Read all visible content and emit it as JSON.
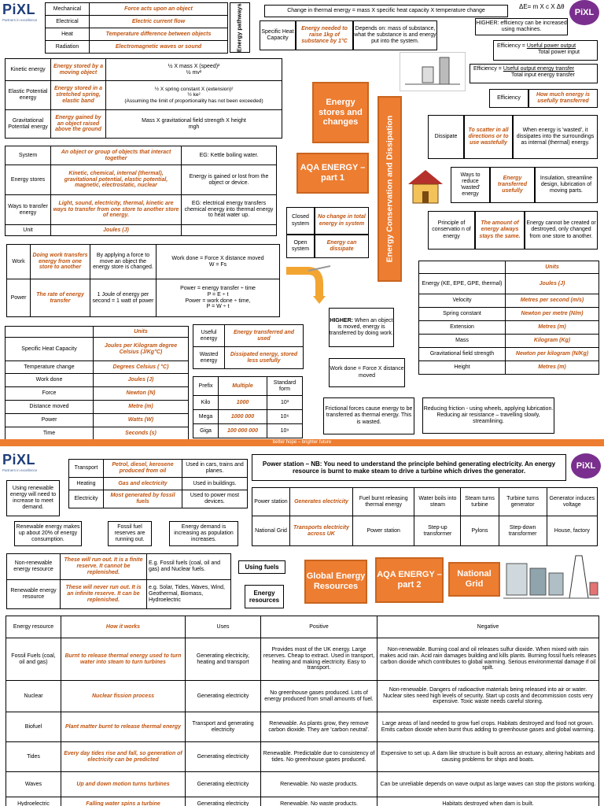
{
  "part1": {
    "title": "AQA ENERGY – part 1",
    "stores_box": "Energy stores and changes",
    "conservation_banner": "Energy Conservation and Dissipation",
    "pathways_label": "Energy pathways",
    "pathways": [
      {
        "name": "Mechanical",
        "desc": "Force acts upon an object"
      },
      {
        "name": "Electrical",
        "desc": "Electric current flow"
      },
      {
        "name": "Heat",
        "desc": "Temperature difference between objects"
      },
      {
        "name": "Radiation",
        "desc": "Electromagnetic waves or sound"
      }
    ],
    "stores": [
      {
        "name": "Kinetic energy",
        "desc": "Energy stored by a moving object",
        "formula": "½ X mass X (speed)²\n½ mv²"
      },
      {
        "name": "Elastic Potential energy",
        "desc": "Energy stored in a stretched spring, elastic band",
        "formula": "½ X spring constant X (extension)²\n½ ke²\n(Assuming the limit of proportionality has not been exceeded)"
      },
      {
        "name": "Gravitational Potential energy",
        "desc": "Energy gained by an object raised above the ground",
        "formula": "Mass X gravitational field strength X height\nmgh"
      }
    ],
    "definitions": [
      {
        "name": "System",
        "desc": "An object or group of objects that interact together",
        "note": "EG: Kettle boiling water."
      },
      {
        "name": "Energy stores",
        "desc": "Kinetic, chemical, internal (thermal), gravitational potential, elastic potential, magnetic, electrostatic, nuclear",
        "note": "Energy is gained or lost from the object or device."
      },
      {
        "name": "Ways to transfer energy",
        "desc": "Light, sound, electricity, thermal, kinetic are ways to transfer from one store to another store of energy.",
        "note": "EG: electrical energy transfers chemical energy into thermal energy to heat water up."
      },
      {
        "name": "Unit",
        "desc": "Joules (J)",
        "note": ""
      }
    ],
    "work": {
      "name": "Work",
      "desc": "Doing work transfers energy from one store to another",
      "explain": "By applying a force to move an object the energy store is changed.",
      "formula": "Work done = Force X distance moved\nW = Fs"
    },
    "power": {
      "name": "Power",
      "desc": "The rate of energy transfer",
      "explain": "1 Joule of energy per second = 1 watt of power",
      "formula": "Power = energy transfer ÷ time\nP = E ÷ t\nPower = work done ÷ time,\nP = W ÷ t"
    },
    "shc_formula": "Change in thermal energy = mass X specific heat capacity X temperature change",
    "shc_short": "ΔE= m X c X Δθ",
    "shc": {
      "name": "Specific Heat Capacity",
      "desc": "Energy needed to raise 1kg of substance by 1°C",
      "depends": "Depends on: mass of substance, what the substance is and energy put into the system."
    },
    "higher_eff": "HIGHER: efficiency can be increased using machines.",
    "eff1": {
      "label": "Efficiency =",
      "num": "Useful power output",
      "den": "Total power input"
    },
    "eff2": {
      "label": "Efficiency =",
      "num": "Useful output energy transfer",
      "den": "Total input energy transfer"
    },
    "efficiency": {
      "name": "Efficiency",
      "desc": "How much energy is usefully transferred"
    },
    "dissipate": {
      "name": "Dissipate",
      "desc": "To scatter in all directions or to use wastefully",
      "note": "When energy is 'wasted', it dissipates into the surroundings as internal (thermal) energy."
    },
    "reduce": {
      "name": "Ways to reduce 'wasted' energy",
      "desc": "Energy transferred usefully",
      "note": "Insulation, streamline design, lubrication of moving parts."
    },
    "conservation": {
      "name": "Principle of conservatio n of energy",
      "desc": "The amount of energy always stays the same.",
      "note": "Energy cannot be created or destroyed, only changed from one store to another."
    },
    "closed": {
      "name": "Closed system",
      "desc": "No change in total energy in system"
    },
    "open": {
      "name": "Open system",
      "desc": "Energy can dissipate"
    },
    "useful": {
      "name": "Useful energy",
      "desc": "Energy transferred and used"
    },
    "wasted": {
      "name": "Wasted energy",
      "desc": "Dissipated energy, stored less usefully"
    },
    "higher_work": {
      "bold": "HIGHER:",
      "text": " When an object is moved, energy is transferred by doing work."
    },
    "work_formula": "Work done = Force X distance moved",
    "friction": "Frictional forces cause energy to be transferred as thermal energy. This is wasted.",
    "reduce_friction": "Reducing friction - using wheels, applying lubrication. Reducing air resistance – travelling slowly, streamlining.",
    "units_left": {
      "header": "Units",
      "rows": [
        {
          "q": "Specific Heat Capacity",
          "u": "Joules per Kilogram degree Celsius (J/Kg°C)"
        },
        {
          "q": "Temperature change",
          "u": "Degrees Celsius ( °C)"
        },
        {
          "q": "Work done",
          "u": "Joules (J)"
        },
        {
          "q": "Force",
          "u": "Newton (N)"
        },
        {
          "q": "Distance moved",
          "u": "Metre (m)"
        },
        {
          "q": "Power",
          "u": "Watts (W)"
        },
        {
          "q": "Time",
          "u": "Seconds (s)"
        }
      ]
    },
    "units_right": {
      "header": "Units",
      "rows": [
        {
          "q": "Energy (KE, EPE, GPE, thermal)",
          "u": "Joules (J)"
        },
        {
          "q": "Velocity",
          "u": "Metres per second (m/s)"
        },
        {
          "q": "Spring constant",
          "u": "Newton per metre (N/m)"
        },
        {
          "q": "Extension",
          "u": "Metres (m)"
        },
        {
          "q": "Mass",
          "u": "Kilogram (Kg)"
        },
        {
          "q": "Gravitational field strength",
          "u": "Newton per kilogram (N/Kg)"
        },
        {
          "q": "Height",
          "u": "Metres (m)"
        }
      ]
    },
    "prefix": {
      "h1": "Prefix",
      "h2": "Multiple",
      "h3": "Standard form",
      "rows": [
        {
          "p": "Kilo",
          "m": "1000",
          "s": "10³"
        },
        {
          "p": "Mega",
          "m": "1000 000",
          "s": "10⁶"
        },
        {
          "p": "Giga",
          "m": "100 000 000",
          "s": "10⁹"
        }
      ]
    }
  },
  "footer_band": "better hope – brighter future",
  "logo": {
    "main": "PiXL",
    "sub": "Partners in excellence"
  },
  "part2": {
    "title": "AQA ENERGY – part 2",
    "global": "Global Energy Resources",
    "national": "National Grid",
    "using": "Using fuels",
    "resources": "Energy resources",
    "station_note": "Power station – NB: You need to understand the principle behind generating electricity. An energy resource is burnt to make steam to drive a turbine which drives the generator.",
    "uses": [
      {
        "name": "Transport",
        "desc": "Petrol, diesel, kerosene produced from oil",
        "note": "Used in cars, trains and planes."
      },
      {
        "name": "Heating",
        "desc": "Gas and electricity",
        "note": "Used in buildings."
      },
      {
        "name": "Electricity",
        "desc": "Most generated by fossil fuels",
        "note": "Used to power most devices."
      }
    ],
    "demand_note": "Using renewable energy will need to increase to meet demand.",
    "renew_20": "Renewable energy makes up about 20% of energy consumption.",
    "fossil_run": "Fossil fuel reserves are running out.",
    "demand_rise": "Energy demand is increasing as population increases.",
    "nonrenew": {
      "name": "Non-renewable energy resource",
      "desc": "These will run out. It is a finite reserve. It cannot be replenished.",
      "eg": "E.g. Fossil fuels (coal, oil and gas) and Nuclear fuels."
    },
    "renew": {
      "name": "Renewable energy resource",
      "desc": "These will never run out. It is an infinite reserve. It can be replenished.",
      "eg": "e.g. Solar, Tides, Waves, Wind, Geothermal, Biomass, Hydroelectric"
    },
    "station": {
      "name": "Power station",
      "desc": "Generates electricity",
      "steps": [
        "Fuel burnt releasing thermal energy",
        "Water boils into steam",
        "Steam turns turbine",
        "Turbine turns generator",
        "Generator induces voltage"
      ]
    },
    "grid": {
      "name": "National Grid",
      "desc": "Transports electricity across UK",
      "steps": [
        "Power station",
        "Step-up transformer",
        "Pylons",
        "Step-down transformer",
        "House, factory"
      ]
    },
    "table": {
      "headers": [
        "Energy resource",
        "How it works",
        "Uses",
        "Positive",
        "Negative"
      ],
      "rows": [
        {
          "r": "Fossil Fuels (coal, oil and gas)",
          "how": "Burnt to release thermal energy used to turn water into steam to turn turbines",
          "uses": "Generating electricity, heating and transport",
          "pos": "Provides most of the UK energy. Large reserves. Cheap to extract. Used in transport, heating and making electricity. Easy to transport.",
          "neg": "Non-renewable. Burning coal and oil releases sulfur dioxide. When mixed with rain makes acid rain. Acid rain damages building and kills plants. Burning fossil fuels releases carbon dioxide which contributes to global warming. Serious environmental damage if oil spilt."
        },
        {
          "r": "Nuclear",
          "how": "Nuclear fission process",
          "uses": "Generating electricity",
          "pos": "No greenhouse gases produced. Lots of energy produced from small amounts of fuel.",
          "neg": "Non-renewable. Dangers of radioactive materials being released into air or water. Nuclear sites need high levels of security. Start up costs and decommission costs very expensive. Toxic waste needs careful storing."
        },
        {
          "r": "Biofuel",
          "how": "Plant matter burnt to release thermal energy",
          "uses": "Transport and generating electricity",
          "pos": "Renewable. As plants grow, they remove carbon dioxide. They are 'carbon neutral'.",
          "neg": "Large areas of land needed to grow fuel crops. Habitats destroyed and food not grown. Emits carbon dioxide when burnt thus adding to greenhouse gases and global warming."
        },
        {
          "r": "Tides",
          "how": "Every day tides rise and fall, so generation of electricity can be predicted",
          "uses": "Generating electricity",
          "pos": "Renewable. Predictable due to consistency of tides. No greenhouse gases produced.",
          "neg": "Expensive to set up. A dam like structure is built across an estuary, altering habitats and causing problems for ships and boats."
        },
        {
          "r": "Waves",
          "how": "Up and down motion turns turbines",
          "uses": "Generating electricity",
          "pos": "Renewable. No waste products.",
          "neg": "Can be unreliable depends on wave output as large waves can stop the pistons working."
        },
        {
          "r": "Hydroelectric",
          "how": "Falling water spins a turbine",
          "uses": "Generating electricity",
          "pos": "Renewable. No waste products.",
          "neg": "Habitats destroyed when dam is built."
        }
      ]
    }
  }
}
